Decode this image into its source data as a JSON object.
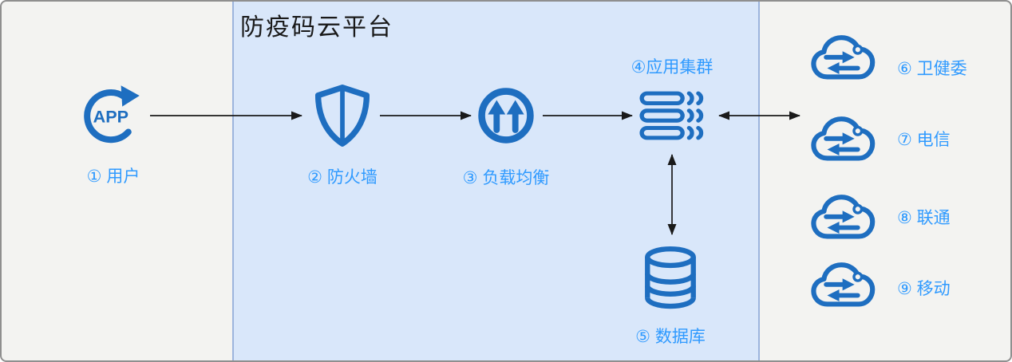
{
  "title": "防疫码云平台",
  "colors": {
    "icon_blue": "#1e6ec0",
    "label_blue": "#2f9aff",
    "panel_blue": "#d9e7fa",
    "panel_border": "#9cb4dd",
    "bg_gray": "#f3f3f1",
    "title_color": "#1a1a1a",
    "arrow_color": "#1a1a1a",
    "border_gray": "#8f8f8f"
  },
  "nodes": {
    "user": {
      "label": "① 用户",
      "icon": "app-refresh-icon"
    },
    "firewall": {
      "label": "② 防火墙",
      "icon": "shield-icon"
    },
    "load_balancer": {
      "label": "③ 负载均衡",
      "icon": "load-balancer-icon"
    },
    "app_cluster": {
      "label": "④应用集群",
      "icon": "server-cluster-icon"
    },
    "database": {
      "label": "⑤ 数据库",
      "icon": "database-icon"
    },
    "external": [
      {
        "label": "⑥ 卫健委",
        "icon": "cloud-sync-icon"
      },
      {
        "label": "⑦ 电信",
        "icon": "cloud-sync-icon"
      },
      {
        "label": "⑧ 联通",
        "icon": "cloud-sync-icon"
      },
      {
        "label": "⑨ 移动",
        "icon": "cloud-sync-icon"
      }
    ]
  },
  "connections": [
    {
      "from": "用户",
      "to": "防火墙",
      "direction": "one-way"
    },
    {
      "from": "防火墙",
      "to": "负载均衡",
      "direction": "one-way"
    },
    {
      "from": "负载均衡",
      "to": "应用集群",
      "direction": "one-way"
    },
    {
      "from": "应用集群",
      "to": "外部机构(卫健委/电信/联通/移动)",
      "direction": "two-way"
    },
    {
      "from": "应用集群",
      "to": "数据库",
      "direction": "two-way"
    }
  ]
}
